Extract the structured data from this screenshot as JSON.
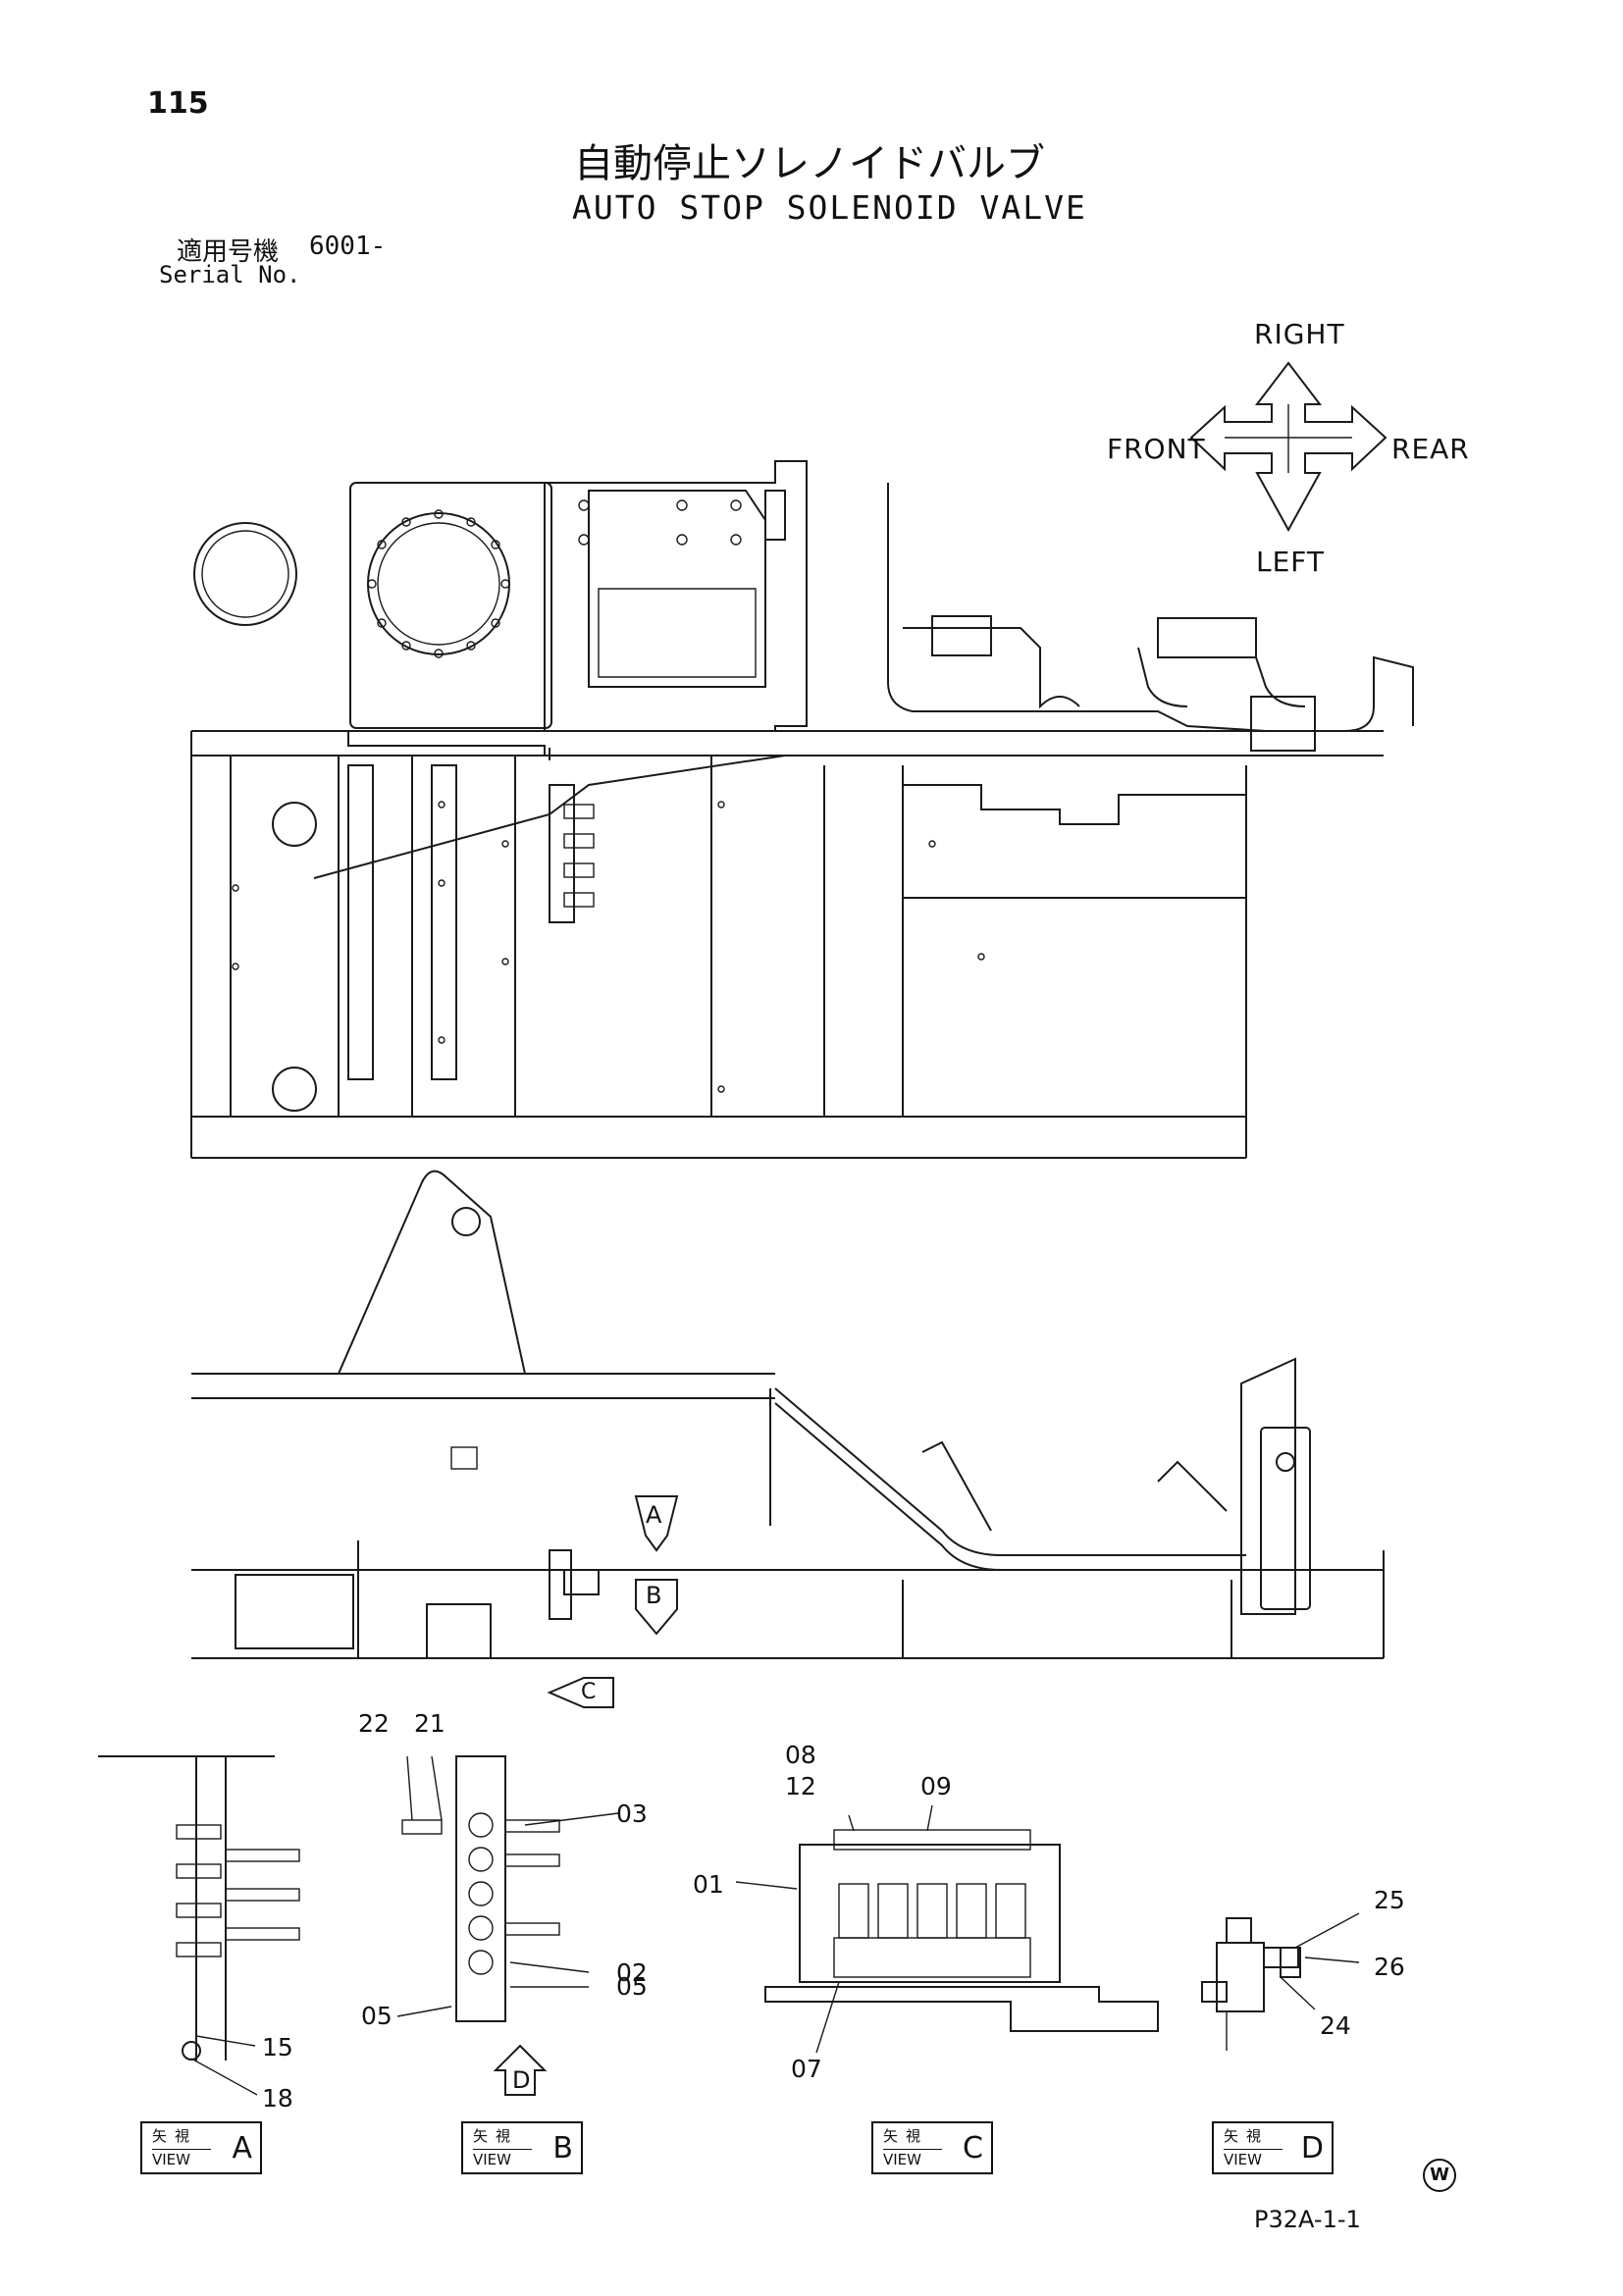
{
  "header": {
    "page_number": "115",
    "title_jp": "自動停止ソレノイドバルブ",
    "title_en": "AUTO STOP SOLENOID VALVE",
    "serial_label_jp": "適用号機",
    "serial_value": "6001-",
    "serial_label_en": "Serial No."
  },
  "compass": {
    "right": "RIGHT",
    "left": "LEFT",
    "front": "FRONT",
    "rear": "REAR"
  },
  "view_arrows": {
    "a": "A",
    "b": "B",
    "c": "C",
    "d": "D"
  },
  "callouts": {
    "c22": "22",
    "c21": "21",
    "c03": "03",
    "c02": "02",
    "c05a": "05",
    "c05b": "05",
    "c15": "15",
    "c18": "18",
    "c08": "08",
    "c12": "12",
    "c09": "09",
    "c01": "01",
    "c07": "07",
    "c25": "25",
    "c26": "26",
    "c24": "24"
  },
  "views": [
    {
      "jp": "矢視",
      "en": "VIEW",
      "letter": "A"
    },
    {
      "jp": "矢視",
      "en": "VIEW",
      "letter": "B"
    },
    {
      "jp": "矢視",
      "en": "VIEW",
      "letter": "C"
    },
    {
      "jp": "矢視",
      "en": "VIEW",
      "letter": "D"
    }
  ],
  "footer": {
    "code": "P32A-1-1",
    "mark": "W"
  }
}
